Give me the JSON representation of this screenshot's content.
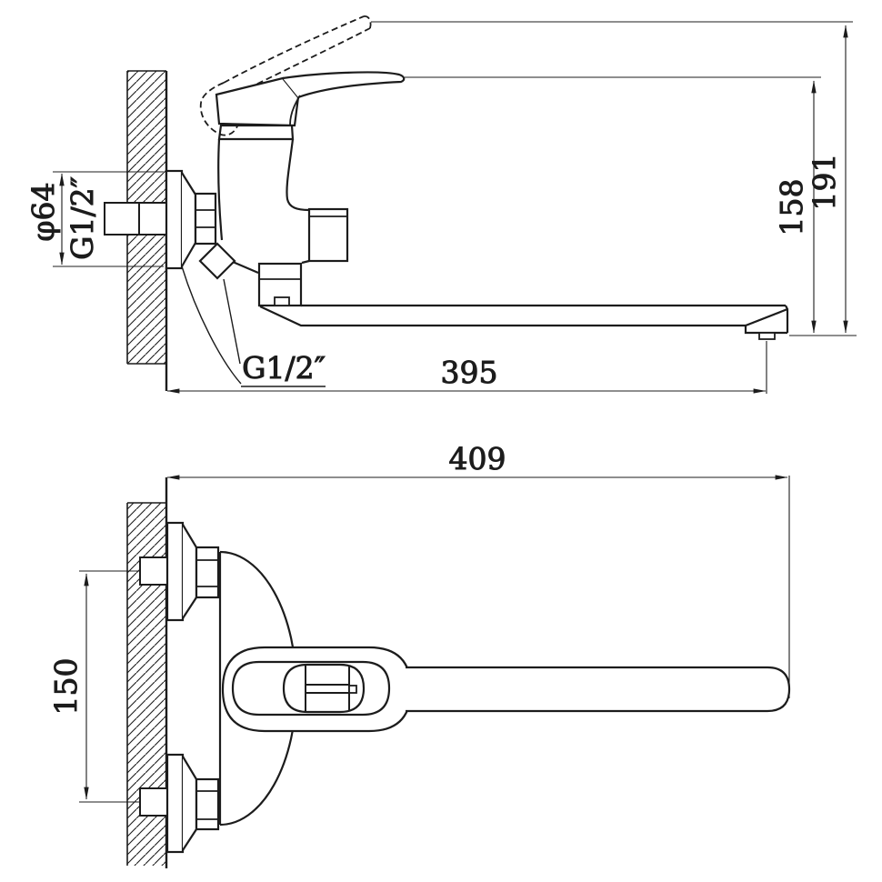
{
  "colors": {
    "ink": "#1c1c1c",
    "paper": "#ffffff"
  },
  "side_view": {
    "labels": {
      "escutcheon_diameter": "φ64",
      "supply_thread": "G1/2″",
      "height_handle_down": "158",
      "height_handle_up": "191",
      "spout_reach": "395",
      "spout_nut_thread": "G1/2″"
    }
  },
  "plan_view": {
    "labels": {
      "overall_length": "409",
      "inlet_spacing": "150"
    }
  }
}
